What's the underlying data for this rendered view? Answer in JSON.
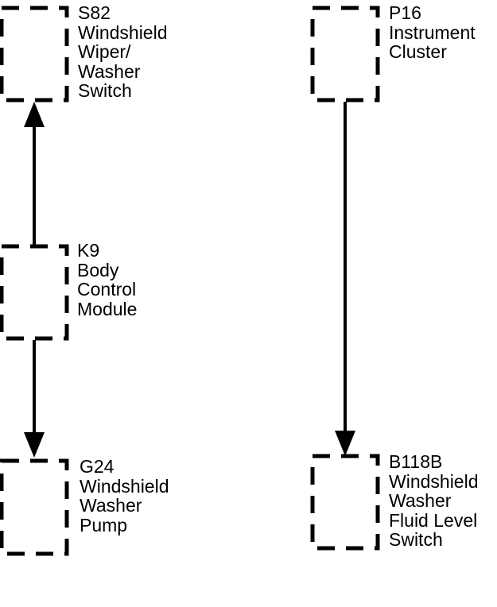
{
  "components": {
    "s82": {
      "lines": [
        "S82",
        "Windshield",
        "Wiper/",
        "Washer",
        "Switch"
      ]
    },
    "p16": {
      "lines": [
        "P16",
        "Instrument",
        "Cluster"
      ]
    },
    "k9": {
      "lines": [
        "K9",
        "Body",
        "Control",
        "Module"
      ]
    },
    "g24": {
      "lines": [
        "G24",
        "Windshield",
        "Washer",
        "Pump"
      ]
    },
    "b118b": {
      "lines": [
        "B118B",
        "Windshield",
        "Washer",
        "Fluid Level",
        "Switch"
      ]
    }
  },
  "colors": {
    "line": "#000000",
    "background": "#ffffff"
  }
}
